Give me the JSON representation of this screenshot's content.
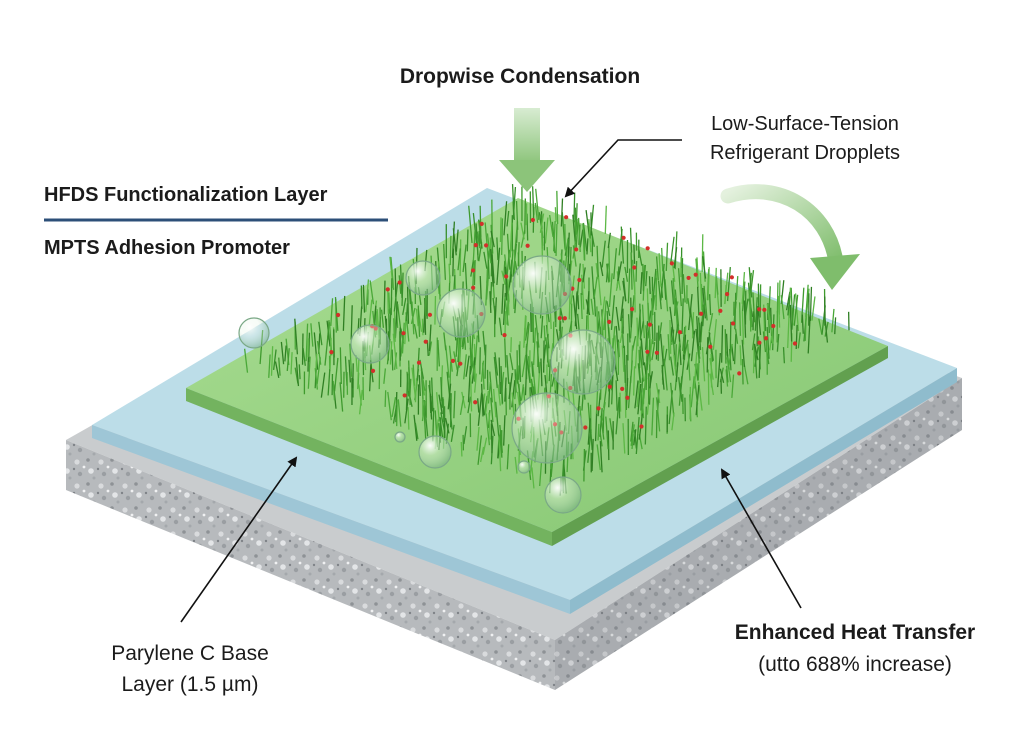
{
  "labels": {
    "top_title": "Dropwise Condensation",
    "droplets_line1": "Low-Surface-Tension",
    "droplets_line2": "Refrigerant Dropplets",
    "hfds_layer": "HFDS Functionalization Layer",
    "mpts_layer": "MPTS Adhesion Promoter",
    "parylene_line1": "Parylene C Base",
    "parylene_line2": "Layer (1.5 µm)",
    "heat_line1": "Enhanced Heat Transfer",
    "heat_line2": "(utto 688% increase)"
  },
  "colors": {
    "substrate": "#b9bcbf",
    "parylene_layer": "#b9dbe6",
    "green_layer": "#8fcf7a",
    "grass": "#3f9a2e",
    "droplet_dots": "#d2302a",
    "arrow_green": "#8cc47a",
    "divider": "#2c4f78",
    "text": "#1b1b1b"
  }
}
